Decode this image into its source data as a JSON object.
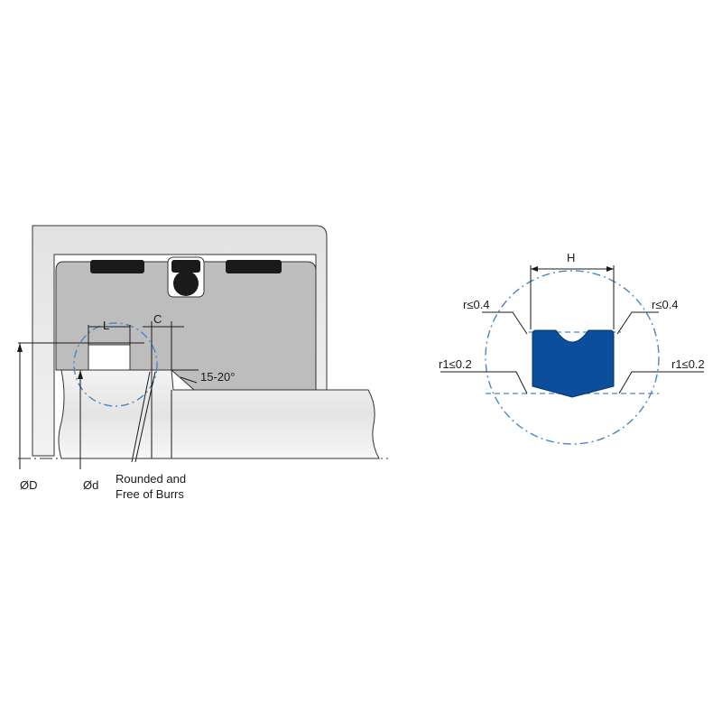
{
  "left_diagram": {
    "label_L": "L",
    "label_C": "C",
    "label_angle": "15-20°",
    "label_OD": "ØD",
    "label_od": "Ød",
    "note_line1": "Rounded and",
    "note_line2": "Free of Burrs"
  },
  "right_diagram": {
    "label_H": "H",
    "label_r_left": "r≤0.4",
    "label_r_right": "r≤0.4",
    "label_r1_left": "r1≤0.2",
    "label_r1_right": "r1≤0.2"
  },
  "colors": {
    "housing": "#bfbfbf",
    "outer_bore": "#e6e6e6",
    "rod": "#ececec",
    "seal_black": "#1a1a1a",
    "seal_blue": "#0b4f9c",
    "detail_circle": "#4a86c8"
  }
}
